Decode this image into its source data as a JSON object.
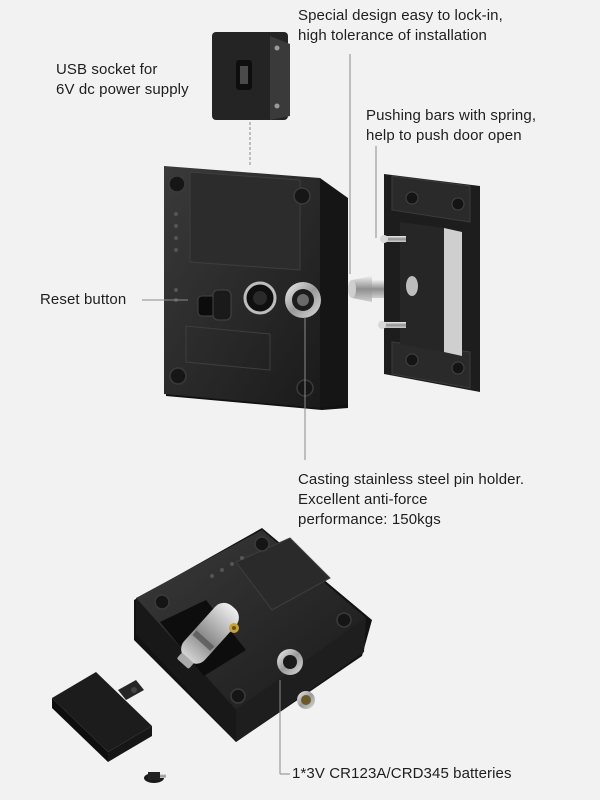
{
  "annotations": {
    "usb_socket": {
      "lines": [
        "USB socket for",
        "6V dc power supply"
      ]
    },
    "special_design": {
      "lines": [
        "Special design easy to lock-in,",
        "high tolerance of installation"
      ]
    },
    "pushing_bars": {
      "lines": [
        "Pushing bars with spring,",
        "help to push door open"
      ]
    },
    "reset_button": {
      "lines": [
        "Reset button"
      ]
    },
    "pin_holder": {
      "lines": [
        "Casting stainless steel pin holder.",
        "Excellent anti-force",
        "performance: 150kgs"
      ]
    },
    "batteries": {
      "lines": [
        "1*3V CR123A/CRD345 batteries"
      ]
    }
  },
  "colors": {
    "background": "#f2f2f2",
    "lock_body": "#232323",
    "lock_edge": "#3a3a3a",
    "metal": "#bdbdbd",
    "text": "#1e1e1e",
    "leader_line": "#888888"
  }
}
